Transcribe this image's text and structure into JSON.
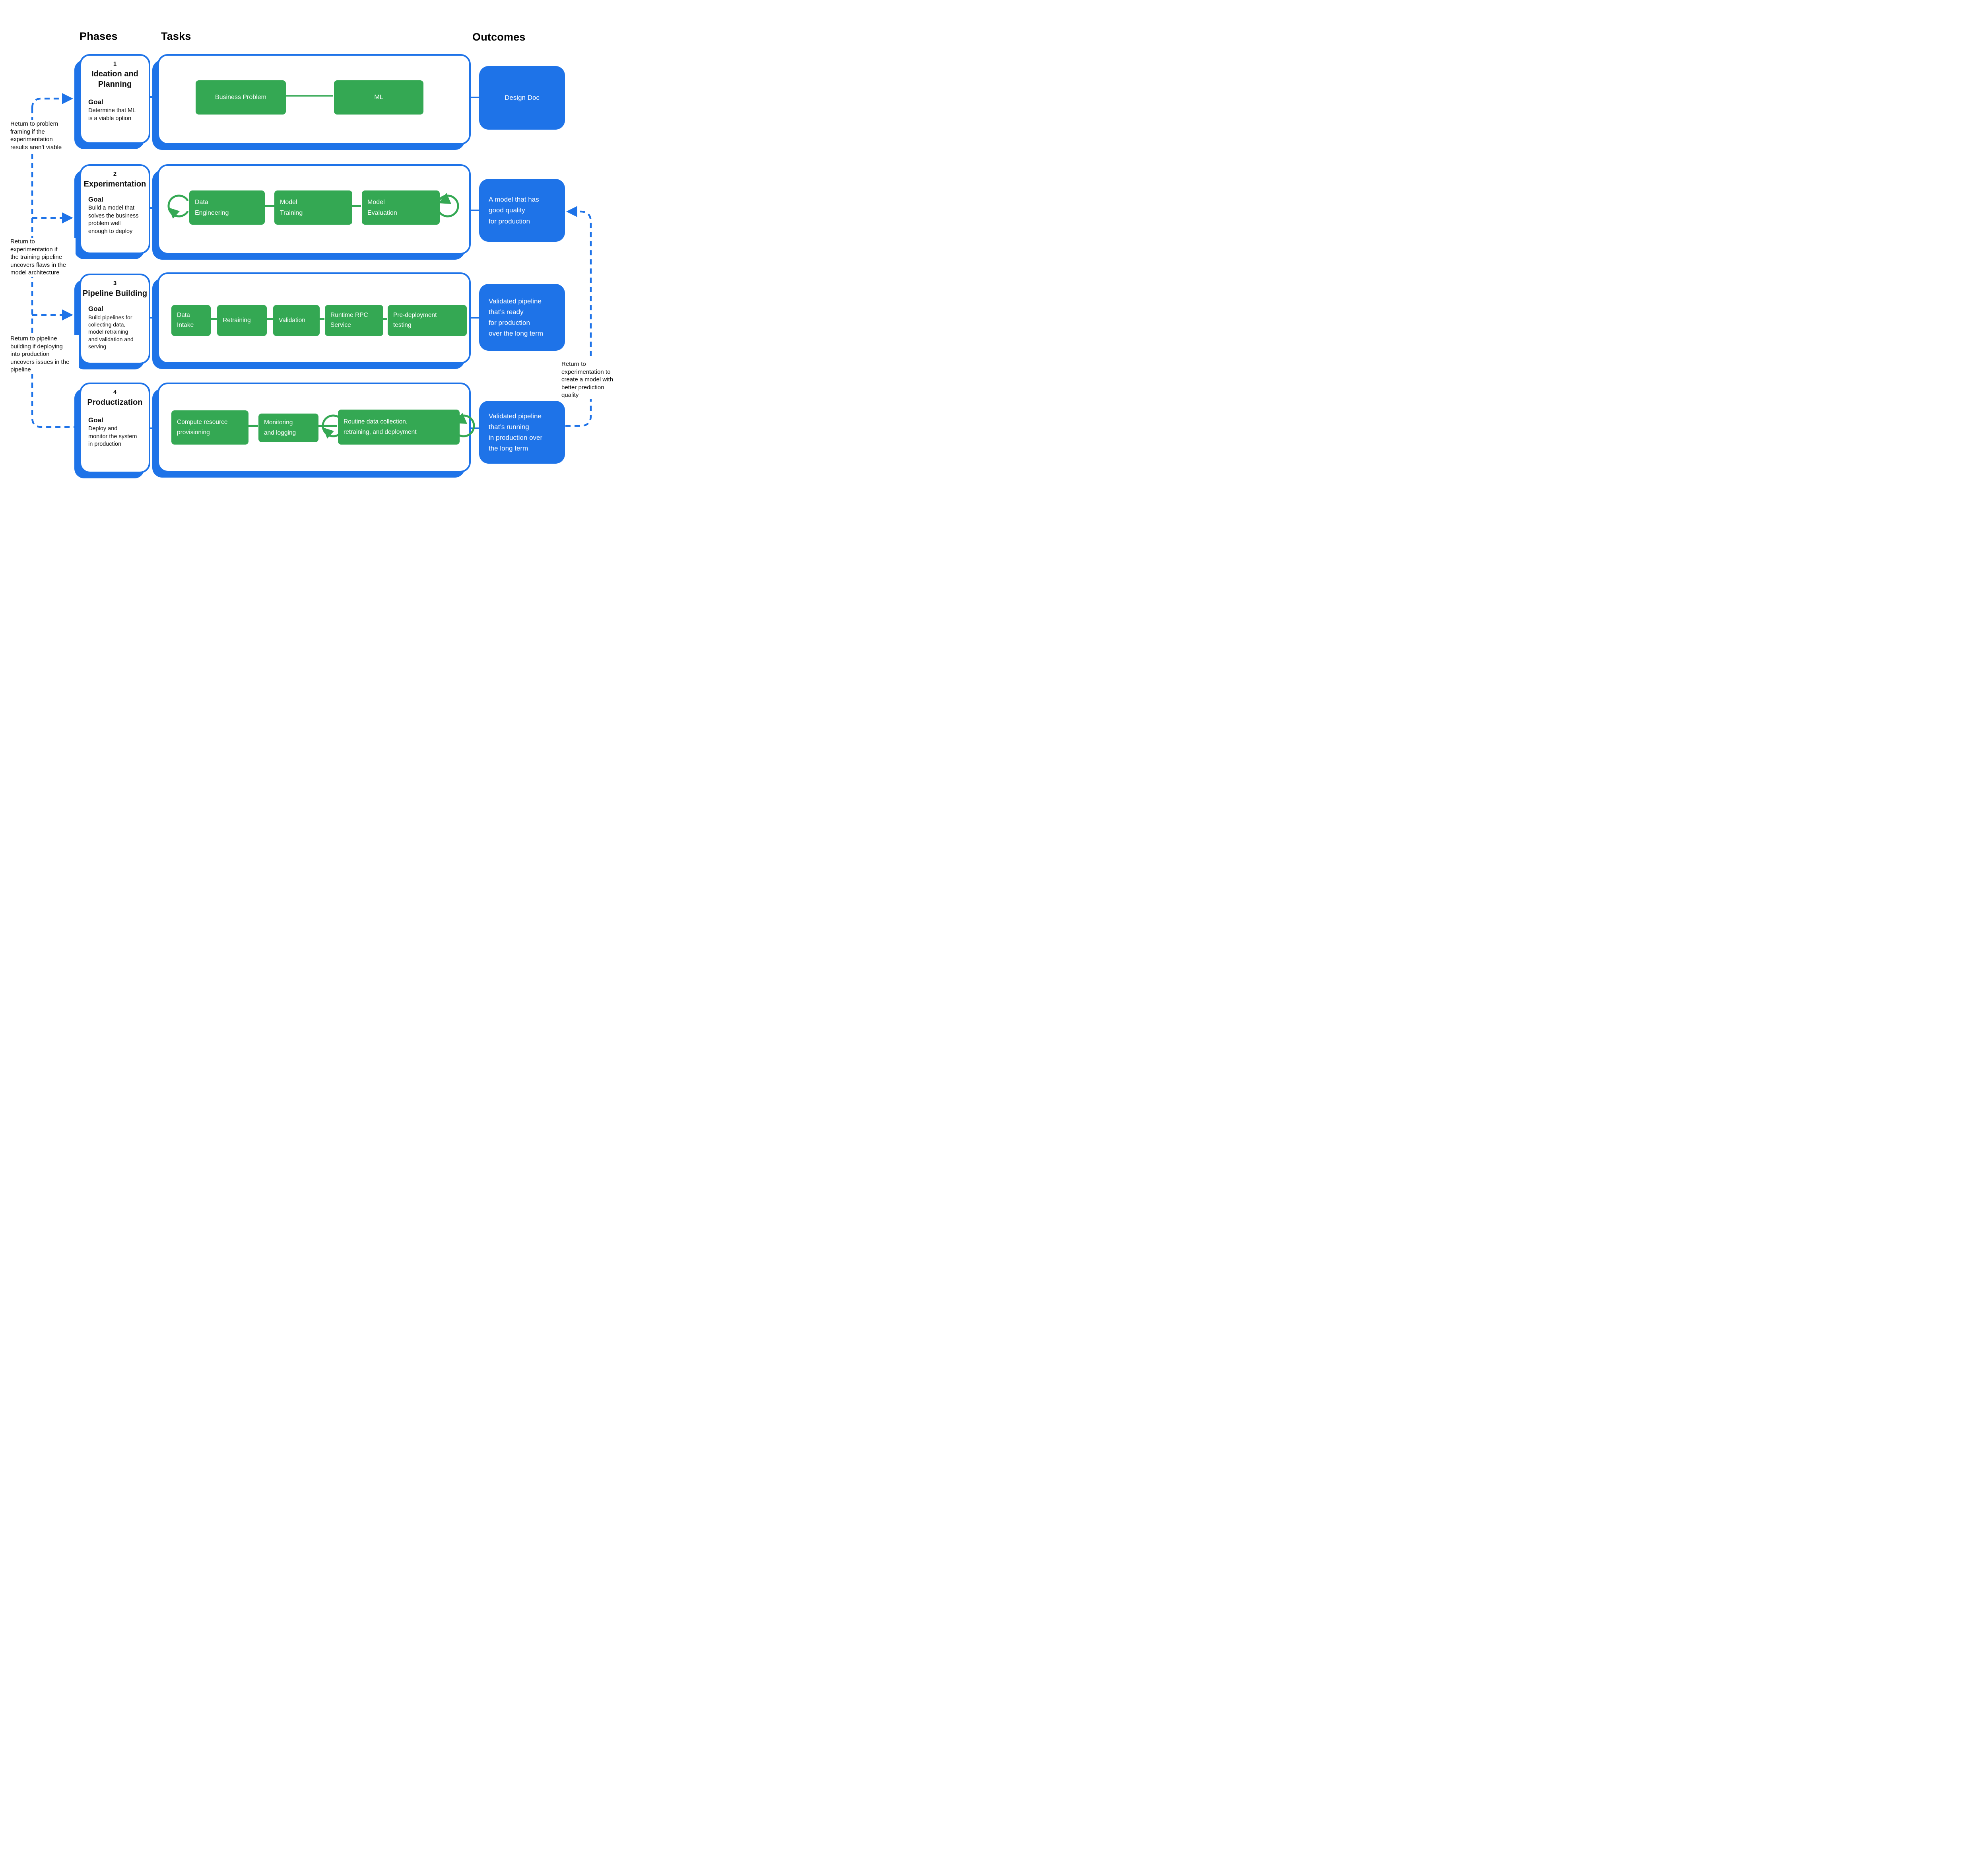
{
  "header": {
    "phases": "Phases",
    "tasks": "Tasks",
    "outcomes": "Outcomes"
  },
  "colors": {
    "blue": "#1e73e8",
    "green": "#34a853",
    "text": "#000000",
    "background": "#ffffff"
  },
  "phases": [
    {
      "number": "1",
      "title": "Ideation and\nPlanning",
      "goal_label": "Goal",
      "goal": "Determine that ML\nis a viable option"
    },
    {
      "number": "2",
      "title": "Experimentation",
      "goal_label": "Goal",
      "goal": "Build a model that\nsolves the business\nproblem well\nenough to deploy"
    },
    {
      "number": "3",
      "title": "Pipeline Building",
      "goal_label": "Goal",
      "goal": "Build pipelines for\ncollecting data,\nmodel retraining\nand validation and\nserving"
    },
    {
      "number": "4",
      "title": "Productization",
      "goal_label": "Goal",
      "goal": "Deploy and\nmonitor the system\nin production"
    }
  ],
  "tasks": {
    "row1": [
      {
        "label": "Business Problem"
      },
      {
        "label": "ML"
      }
    ],
    "row2": [
      {
        "label": "Data\nEngineering"
      },
      {
        "label": "Model\nTraining"
      },
      {
        "label": "Model\nEvaluation"
      }
    ],
    "row3": [
      {
        "label": "Data\nIntake"
      },
      {
        "label": "Retraining"
      },
      {
        "label": "Validation"
      },
      {
        "label": "Runtime RPC\nService"
      },
      {
        "label": "Pre-deployment\ntesting"
      }
    ],
    "row4": [
      {
        "label": "Compute resource\nprovisioning"
      },
      {
        "label": "Monitoring\nand logging"
      },
      {
        "label": "Routine data collection,\nretraining, and deployment"
      }
    ]
  },
  "outcomes": [
    {
      "label": "Design Doc"
    },
    {
      "label": "A model that has\ngood quality\nfor production"
    },
    {
      "label": "Validated pipeline\nthat’s ready\nfor production\nover the long term"
    },
    {
      "label": "Validated pipeline\nthat’s running\nin production over\nthe long term"
    }
  ],
  "annotations": {
    "left": [
      {
        "text": "Return to problem\nframing if the\nexperimentation\nresults aren’t viable"
      },
      {
        "text": "Return to\nexperimentation if\nthe training pipeline\nuncovers flaws in the\nmodel architecture"
      },
      {
        "text": "Return to pipeline\nbuilding if deploying\ninto production\nuncovers issues in the\npipeline"
      }
    ],
    "right": {
      "text": "Return to\nexperimentation to\ncreate a model with\nbetter prediction\nquality"
    }
  }
}
